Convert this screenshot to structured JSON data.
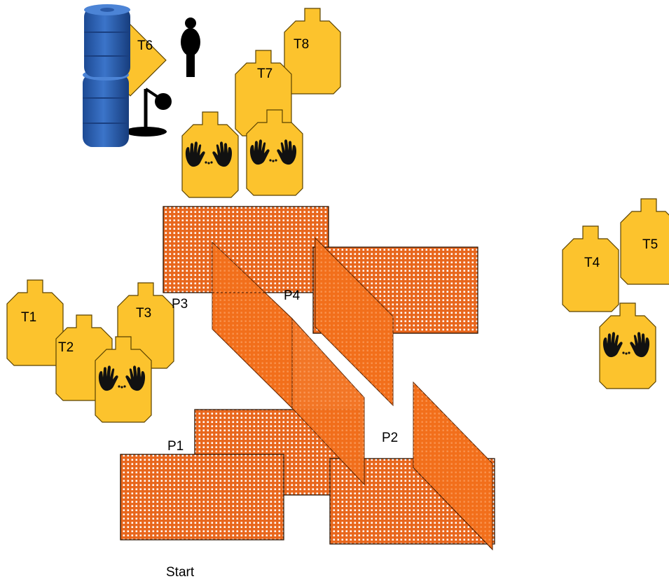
{
  "labels": {
    "t1": "T1",
    "t2": "T2",
    "t3": "T3",
    "t4": "T4",
    "t5": "T5",
    "t6": "T6",
    "t7": "T7",
    "t8": "T8",
    "p1": "P1",
    "p2": "P2",
    "p3": "P3",
    "p4": "P4",
    "start": "Start"
  },
  "colors": {
    "target_fill": "#fcc32d",
    "wall_fill": "#e8661c",
    "port_fill": "#f26f1b",
    "barrel_fill": "#2e63b5",
    "no_shoot_hands": "#111111"
  }
}
